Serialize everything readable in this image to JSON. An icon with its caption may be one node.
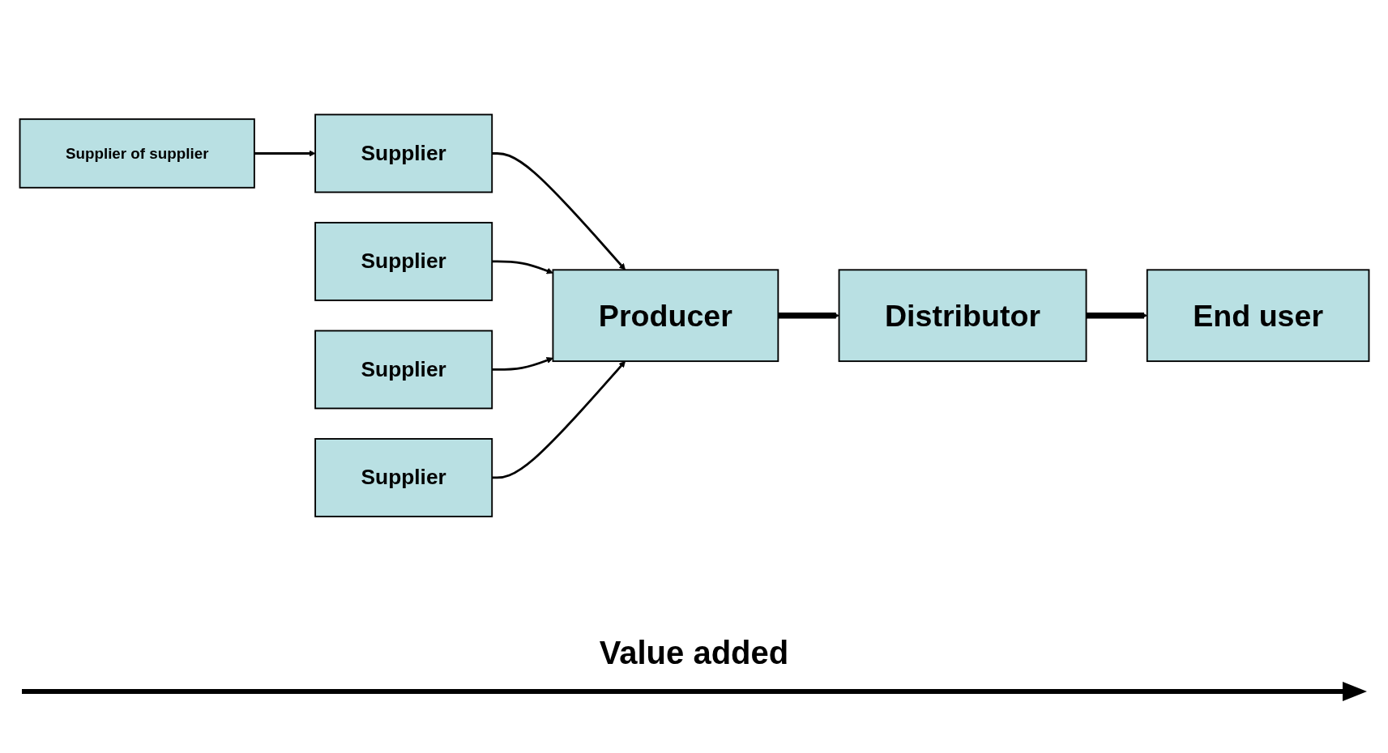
{
  "diagram": {
    "nodes": [
      {
        "text": [
          "Supplier of supplier"
        ]
      },
      {
        "text": [
          "Supplier"
        ]
      },
      {
        "text": [
          "Supplier"
        ]
      },
      {
        "text": [
          "Supplier"
        ]
      },
      {
        "text": [
          "Supplier"
        ]
      },
      {
        "text": [
          "Producer"
        ]
      },
      {
        "text": [
          "Distributor"
        ]
      },
      {
        "text": [
          "End user"
        ]
      }
    ],
    "edges": [
      {
        "from": 0,
        "to": 1,
        "arrow": "to"
      },
      {
        "from": 1,
        "to": 5,
        "arrow": "to"
      },
      {
        "from": 2,
        "to": 5,
        "arrow": "to"
      },
      {
        "from": 3,
        "to": 5,
        "arrow": "to"
      },
      {
        "from": 4,
        "to": 5,
        "arrow": "to"
      },
      {
        "from": 5,
        "to": 6,
        "arrow": "to",
        "style": "thick"
      },
      {
        "from": 6,
        "to": 7,
        "arrow": "to",
        "style": "thick"
      }
    ],
    "labels": [
      "Value added"
    ]
  }
}
